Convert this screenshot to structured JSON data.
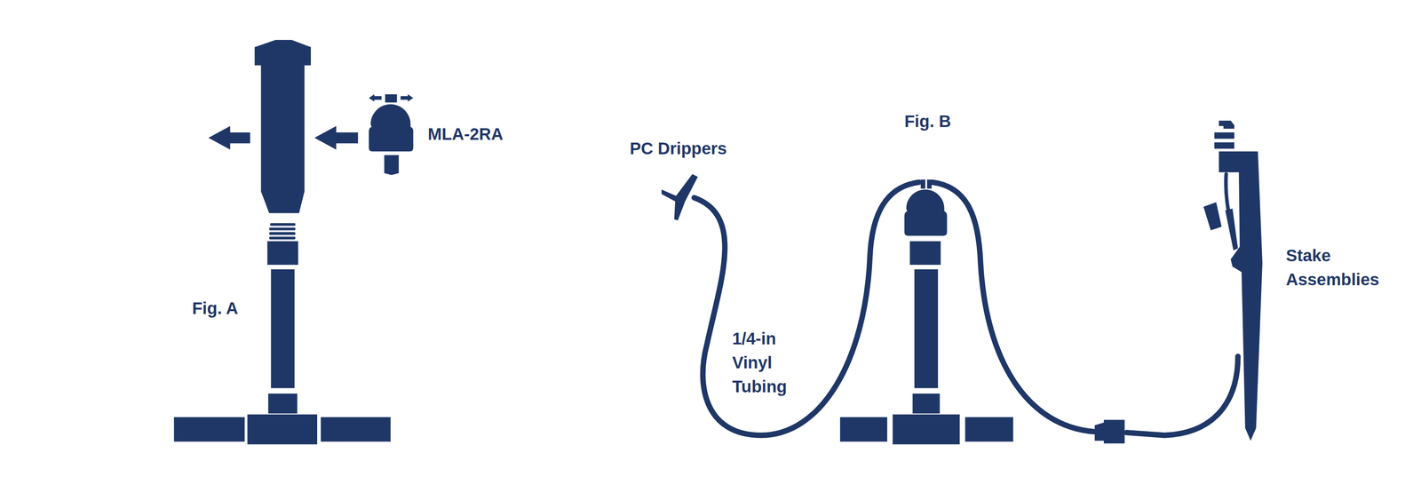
{
  "diagram": {
    "labels": [
      "MLA-2RA",
      "Fig. A",
      "PC Drippers",
      "Fig. B",
      "1/4-in Vinyl Tubing",
      "Stake Assemblies"
    ]
  }
}
